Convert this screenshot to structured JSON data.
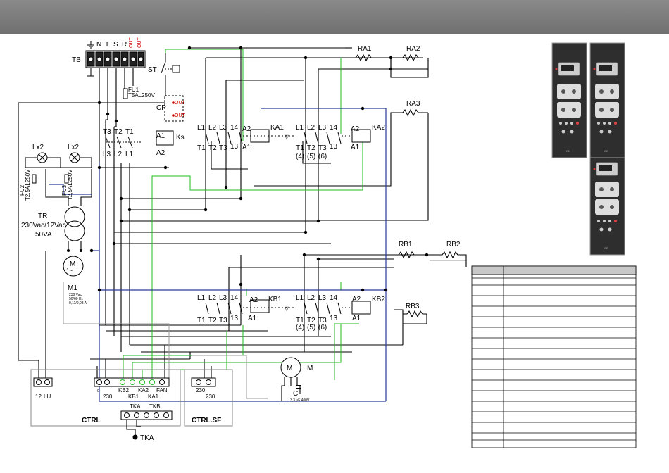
{
  "terminal_block": {
    "label": "TB",
    "terminals": [
      "N",
      "T",
      "S",
      "R"
    ],
    "out_terminals": [
      "OUT",
      "OUT"
    ]
  },
  "switch_st": "ST",
  "fuse_fu1": {
    "name": "FU1",
    "rating": "T5AL250V"
  },
  "fuse_fu2": {
    "name": "FU2",
    "rating": "T2,5AL250V"
  },
  "fuse_fu3": {
    "name": "FU3",
    "rating": "T2,5AL250V"
  },
  "cp": {
    "label": "CP",
    "out1": "OUT",
    "out2": "OUT"
  },
  "contactor_ks": {
    "label": "Ks",
    "top": [
      "T3",
      "T2",
      "T1"
    ],
    "bottom": [
      "L3",
      "L2",
      "L1"
    ],
    "a1": "A1",
    "a2": "A2"
  },
  "lamps": [
    "Lx2",
    "Lx2"
  ],
  "transformer": {
    "name": "TR",
    "ratio": "230Vac/12Vac",
    "power": "50VA"
  },
  "motor_m1": {
    "name": "M1",
    "spec1": "230 Vac",
    "spec2": "50/60 Hz",
    "spec3": "0,11/0,08 A"
  },
  "motor_m": {
    "name": "M",
    "cap_label": "C",
    "cap_value": "3,3 µF 400V"
  },
  "contactors": [
    {
      "label": "KA1",
      "L": [
        "L1",
        "L2",
        "L3"
      ],
      "L4": "14",
      "T": [
        "T1",
        "T2",
        "T3"
      ],
      "T4": "13",
      "a1": "A1",
      "a2": "A2"
    },
    {
      "label": "KA2",
      "L": [
        "L1",
        "L2",
        "L3"
      ],
      "L4": "14",
      "T": [
        "T1",
        "T2",
        "T3"
      ],
      "T4": "13",
      "sub": [
        "(4)",
        "(5)",
        "(6)"
      ],
      "a1": "A1",
      "a2": "A2"
    },
    {
      "label": "KB1",
      "L": [
        "L1",
        "L2",
        "L3"
      ],
      "L4": "14",
      "T": [
        "T1",
        "T2",
        "T3"
      ],
      "T4": "13",
      "a1": "A1",
      "a2": "A2"
    },
    {
      "label": "KB2",
      "L": [
        "L1",
        "L2",
        "L3"
      ],
      "L4": "14",
      "T": [
        "T1",
        "T2",
        "T3"
      ],
      "T4": "13",
      "sub": [
        "(4)",
        "(5)",
        "(6)"
      ],
      "a1": "A1",
      "a2": "A2"
    }
  ],
  "resistors": [
    "RA1",
    "RA2",
    "RA3",
    "RB1",
    "RB2",
    "RB3"
  ],
  "ctrl": {
    "label": "CTRL",
    "left_terminals": [
      "12",
      "LU"
    ],
    "power_terminals": [
      "0",
      "230"
    ],
    "relay_terminals": [
      "KB2",
      "KA2",
      "KB1",
      "KA1",
      "FAN"
    ],
    "probe_terminals": [
      "TKA",
      "TKB"
    ],
    "probe_label": "TKA"
  },
  "ctrl_sf": {
    "label": "CTRL.SF",
    "terminals": [
      "230",
      "230"
    ]
  },
  "panel_text": "CD"
}
